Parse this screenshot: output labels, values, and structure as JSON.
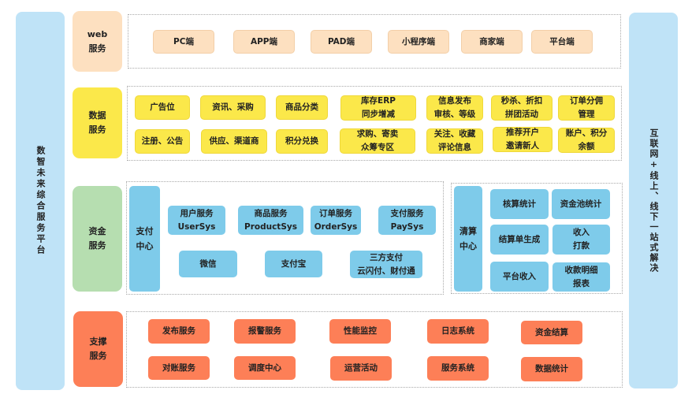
{
  "left_sidebar": {
    "label": "数智未来综合服务平台"
  },
  "right_sidebar": {
    "label": "互联网+线上、线下一站式解决"
  },
  "web_layer": {
    "label": "web\n服务",
    "items": [
      "PC端",
      "APP端",
      "PAD端",
      "小程序端",
      "商家端",
      "平台端"
    ]
  },
  "data_layer": {
    "label": "数据\n服务",
    "items": [
      "广告位",
      "资讯、采购",
      "商品分类",
      "库存ERP\n同步增减",
      "信息发布\n审核、等级",
      "秒杀、折扣\n拼团活动",
      "订单分佣\n管理",
      "注册、公告",
      "供应、渠道商",
      "积分兑换",
      "求购、寄卖\n众筹专区",
      "关注、收藏\n评论信息",
      "推荐开户\n邀请新人",
      "账户、积分\n余额"
    ]
  },
  "fund_layer": {
    "label": "资金\n服务",
    "payment_center": {
      "label": "支付\n中心",
      "services": [
        "用户服务\nUserSys",
        "商品服务\nProductSys",
        "订单服务\nOrderSys",
        "支付服务\nPaySys"
      ],
      "channels": [
        "微信",
        "支付宝",
        "三方支付\n云闪付、财付通"
      ]
    },
    "clearing_center": {
      "label": "清算\n中心",
      "items": [
        "核算统计",
        "资金池统计",
        "结算单生成",
        "收入\n打款",
        "平台收入",
        "收款明细\n报表"
      ]
    }
  },
  "support_layer": {
    "label": "支撑\n服务",
    "items": [
      "发布服务",
      "报警服务",
      "性能监控",
      "日志系统",
      "资金结算",
      "对账服务",
      "调度中心",
      "运营活动",
      "服务系统",
      "数据统计"
    ]
  },
  "colors": {
    "sidebar": "#bfe3f7",
    "web": "#fde0c0",
    "data": "#fbe84a",
    "fund_label": "#b6deb0",
    "fund_box": "#7ecbea",
    "support": "#fd7f57"
  }
}
